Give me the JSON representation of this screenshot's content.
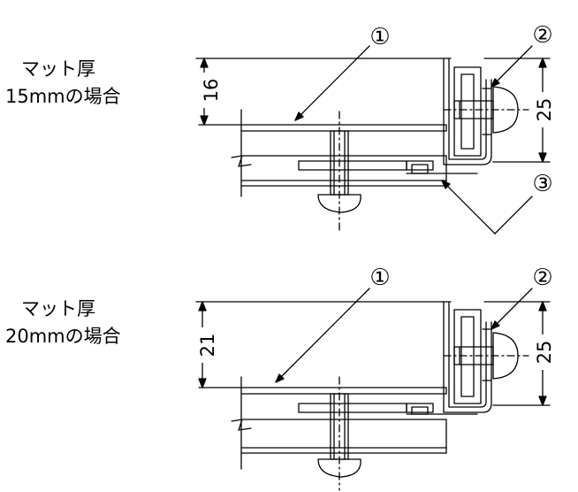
{
  "sections": [
    {
      "label_line1": "マット厚",
      "label_line2": "15mmの場合",
      "dim_left": "16",
      "dim_right": "25",
      "callouts": [
        "①",
        "②",
        "③"
      ]
    },
    {
      "label_line1": "マット厚",
      "label_line2": "20mmの場合",
      "dim_left": "21",
      "dim_right": "25",
      "callouts": [
        "①",
        "②"
      ]
    }
  ]
}
